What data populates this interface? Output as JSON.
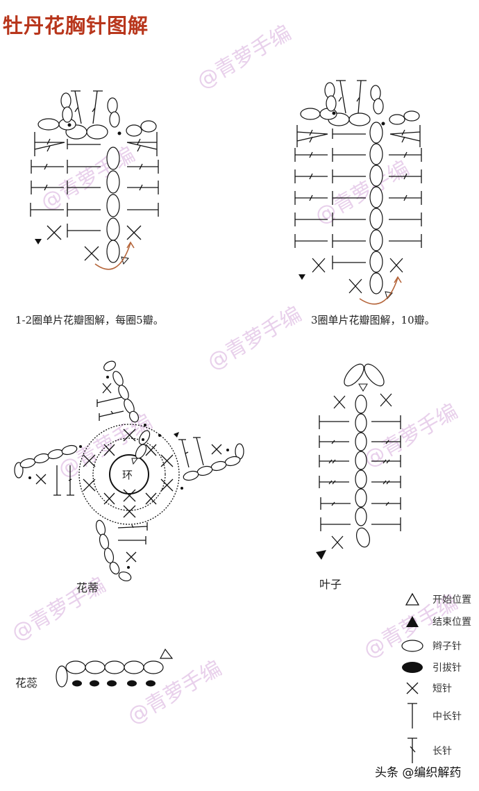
{
  "title": "牡丹花胸针图解",
  "diagrams": {
    "petal_1_2": {
      "caption": "1-2圈单片花瓣图解，每圈5瓣。"
    },
    "petal_3": {
      "caption": "3圈单片花瓣图解，10瓣。"
    },
    "calyx": {
      "label": "花蒂",
      "ring_label": "环"
    },
    "leaf": {
      "label": "叶子"
    },
    "pistil": {
      "label": "花蕊"
    }
  },
  "legend": {
    "items": [
      {
        "icon": "open-triangle-icon",
        "label": "开始位置"
      },
      {
        "icon": "filled-triangle-icon",
        "label": "结束位置"
      },
      {
        "icon": "open-oval-icon",
        "label": "辫子针"
      },
      {
        "icon": "filled-oval-icon",
        "label": "引拔针"
      },
      {
        "icon": "x-mark-icon",
        "label": "短针"
      },
      {
        "icon": "t-stitch-icon",
        "label": "中长针"
      },
      {
        "icon": "t-slash-stitch-icon",
        "label": "长针"
      }
    ]
  },
  "watermark": {
    "text": "@青萝手编"
  },
  "footer": {
    "text": "头条 @编织解药"
  },
  "colors": {
    "title": "#b8361c",
    "arrow": "#b5653a",
    "watermark": "#d7a6dc"
  }
}
